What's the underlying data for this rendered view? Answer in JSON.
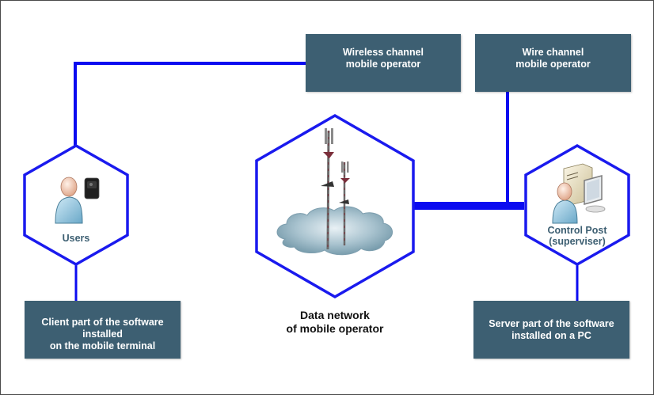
{
  "diagram": {
    "colors": {
      "connector": "#0b0bf0",
      "box_fill": "#3d5f72",
      "box_text": "#ffffff",
      "node_label": "#3d5f72"
    },
    "boxes": {
      "wireless_channel": {
        "line1": "Wireless channel",
        "line2": "mobile operator"
      },
      "wire_channel": {
        "line1": "Wire channel",
        "line2": "mobile operator"
      },
      "client_software": {
        "line1": "Client part of the software",
        "line2": "installed",
        "line3": "on the mobile terminal"
      },
      "server_software": {
        "line1": "Server part of the software",
        "line2": "installed on a PC"
      }
    },
    "nodes": {
      "users": {
        "label": "Users",
        "icon": "user-with-mobile-terminal-icon"
      },
      "network": {
        "icon": "cell-towers-cloud-icon"
      },
      "control_post": {
        "label_line1": "Control Post",
        "label_line2": "(superviser)",
        "icon": "operator-with-pc-icon"
      }
    },
    "caption": {
      "line1": "Data network",
      "line2": "of mobile operator"
    }
  }
}
